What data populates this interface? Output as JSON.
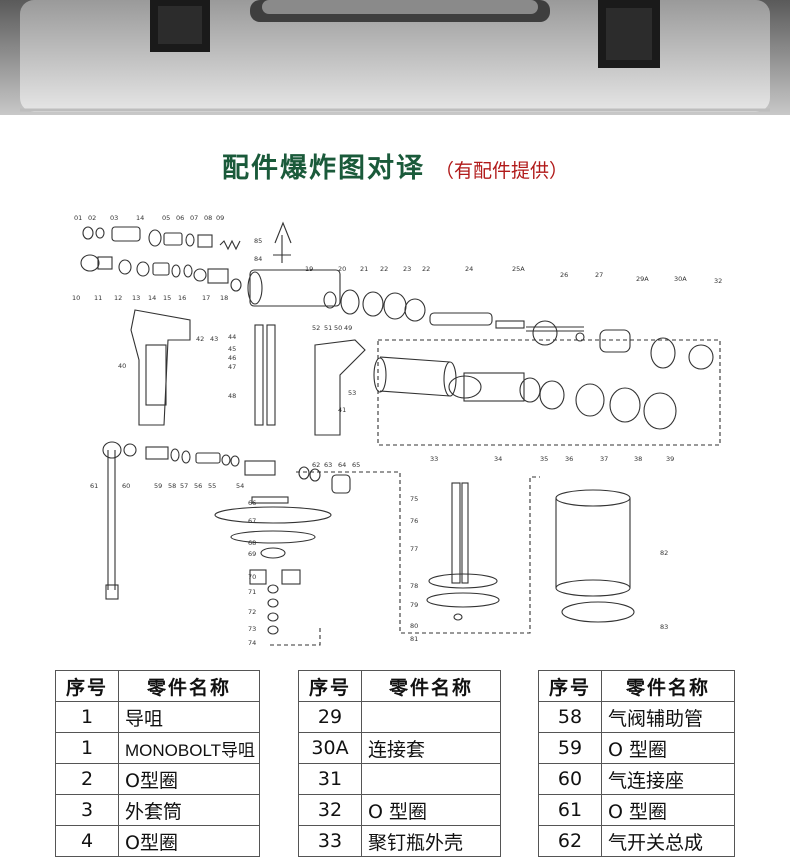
{
  "title": {
    "main": "配件爆炸图对译",
    "sub": "（有配件提供）"
  },
  "diagram_labels": [
    "01",
    "02",
    "03",
    "14",
    "05",
    "06",
    "07",
    "08",
    "09",
    "10",
    "11",
    "12",
    "13",
    "14",
    "15",
    "16",
    "17",
    "18",
    "19",
    "20",
    "21",
    "22",
    "23",
    "22",
    "24",
    "25A",
    "26",
    "27",
    "29A",
    "30A",
    "32",
    "33",
    "34",
    "35",
    "36",
    "37",
    "38",
    "39",
    "40",
    "41",
    "42",
    "43",
    "44",
    "45",
    "46",
    "47",
    "48",
    "52",
    "51",
    "50",
    "49",
    "53",
    "54",
    "55",
    "56",
    "57",
    "58",
    "59",
    "60",
    "61",
    "62",
    "63",
    "64",
    "65",
    "66",
    "67",
    "68",
    "69",
    "70",
    "71",
    "72",
    "73",
    "74",
    "75",
    "76",
    "77",
    "78",
    "79",
    "80",
    "81",
    "82",
    "83",
    "84",
    "85"
  ],
  "table_headers": {
    "num": "序号",
    "name": "零件名称"
  },
  "tables": [
    [
      {
        "num": "1",
        "name": "导咀"
      },
      {
        "num": "1",
        "name": "MONOBOLT导咀"
      },
      {
        "num": "2",
        "name": "O型圈"
      },
      {
        "num": "3",
        "name": "外套筒"
      },
      {
        "num": "4",
        "name": "O型圈"
      }
    ],
    [
      {
        "num": "29",
        "name": ""
      },
      {
        "num": "30A",
        "name": "连接套"
      },
      {
        "num": "31",
        "name": ""
      },
      {
        "num": "32",
        "name": "O 型圈"
      },
      {
        "num": "33",
        "name": "聚钉瓶外壳"
      }
    ],
    [
      {
        "num": "58",
        "name": "气阀辅助管"
      },
      {
        "num": "59",
        "name": "O 型圈"
      },
      {
        "num": "60",
        "name": "气连接座"
      },
      {
        "num": "61",
        "name": "O 型圈"
      },
      {
        "num": "62",
        "name": "气开关总成"
      }
    ]
  ]
}
